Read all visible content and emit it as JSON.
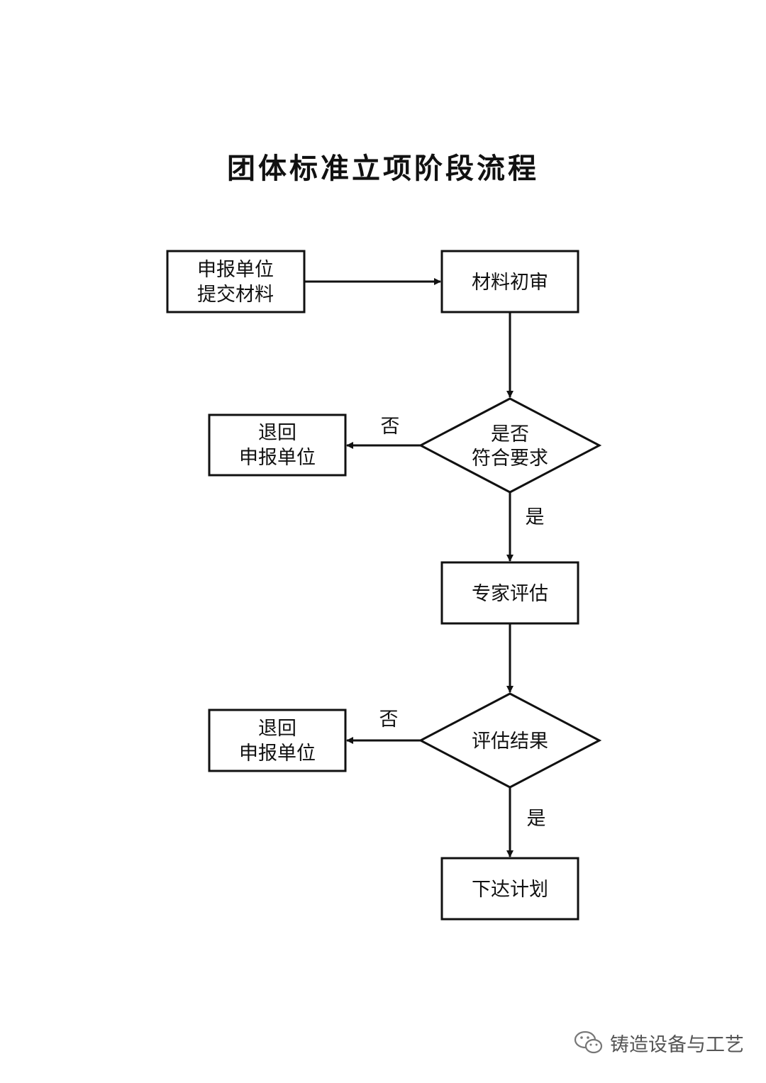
{
  "title": "团体标准立项阶段流程",
  "nodes": {
    "submit": {
      "line1": "申报单位",
      "line2": "提交材料"
    },
    "initial_review": {
      "label": "材料初审"
    },
    "decision1": {
      "line1": "是否",
      "line2": "符合要求"
    },
    "return1": {
      "line1": "退回",
      "line2": "申报单位"
    },
    "expert_eval": {
      "label": "专家评估"
    },
    "decision2": {
      "label": "评估结果"
    },
    "return2": {
      "line1": "退回",
      "line2": "申报单位"
    },
    "issue_plan": {
      "label": "下达计划"
    }
  },
  "edges": {
    "no_label_1": "否",
    "yes_label_1": "是",
    "no_label_2": "否",
    "yes_label_2": "是"
  },
  "watermark": {
    "text": "铸造设备与工艺",
    "icon": "wechat-icon"
  }
}
